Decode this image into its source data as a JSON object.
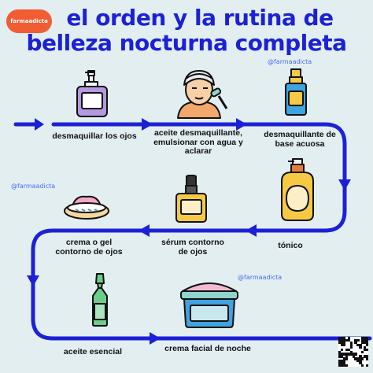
{
  "brand": "farmaadicta",
  "title": {
    "line1": "el orden y la rutina de",
    "line2": "belleza nocturna completa"
  },
  "watermarks": [
    "@farmaadicta",
    "@farmaadicta",
    "@farmaadicta"
  ],
  "steps": [
    {
      "label": "desmaquillar los ojos",
      "icon": "pump-bottle-icon"
    },
    {
      "label": "aceite desmaquillante, emulsionar con agua y aclarar",
      "icon": "face-massage-icon"
    },
    {
      "label": "desmaquillante de base acuosa",
      "icon": "spray-bottle-icon"
    },
    {
      "label": "tónico",
      "icon": "toner-bottle-icon"
    },
    {
      "label": "sérum contorno de ojos",
      "icon": "dropper-bottle-icon"
    },
    {
      "label": "crema o gel contorno de ojos",
      "icon": "cream-jar-open-icon"
    },
    {
      "label": "aceite esencial",
      "icon": "ampoule-icon"
    },
    {
      "label": "crema facial de noche",
      "icon": "cream-jar-icon"
    }
  ],
  "colors": {
    "accent": "#1c21d6",
    "background": "#e3eef1",
    "badge": "#f25c33"
  }
}
